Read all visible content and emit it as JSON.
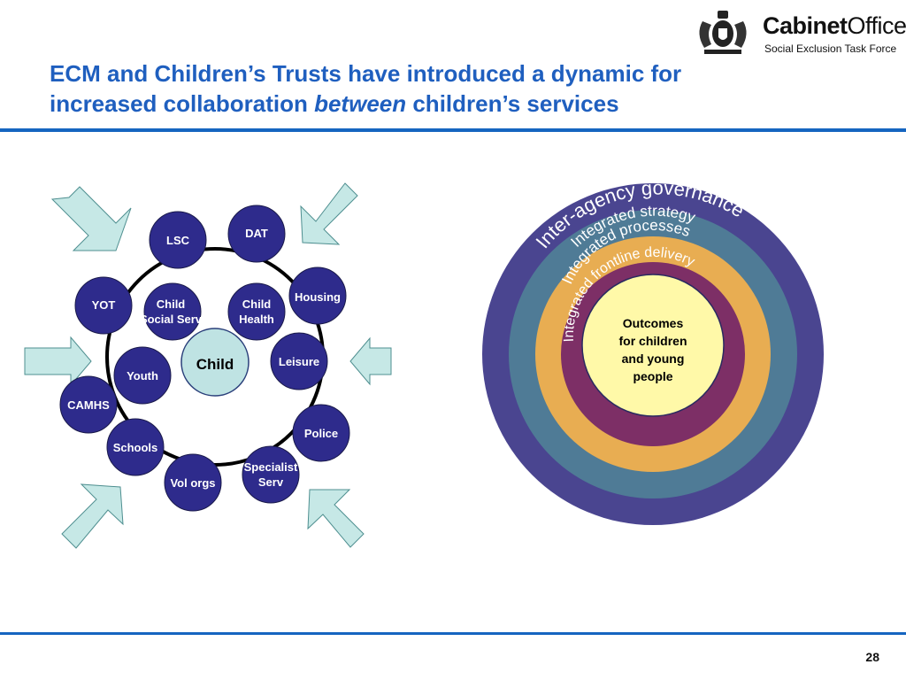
{
  "header": {
    "title_line1": "ECM and Children’s Trusts have introduced a dynamic for",
    "title_line2_pre": "increased collaboration ",
    "title_line2_em": "between",
    "title_line2_post": " children’s services"
  },
  "logo": {
    "word_bold": "Cabinet",
    "word_regular": "Office",
    "subtitle": "Social Exclusion Task Force"
  },
  "left_diagram": {
    "center": "Child",
    "services": [
      "LSC",
      "DAT",
      "YOT",
      "Child",
      "Social Serv",
      "Child",
      "Health",
      "Housing",
      "Youth",
      "Leisure",
      "CAMHS",
      "Police",
      "Schools",
      "Specialist",
      "Serv",
      "Vol orgs"
    ]
  },
  "right_diagram": {
    "rings": [
      "Inter-agency governance",
      "Integrated strategy",
      "Integrated processes",
      "Integrated frontline delivery"
    ],
    "center": [
      "Outcomes",
      "for children",
      "and young",
      "people"
    ]
  },
  "footer": {
    "page_number": "28"
  },
  "colors": {
    "title": "#1f5fbf",
    "rule": "#1565c0",
    "service_node": "#2e2b8c",
    "child_node": "#bfe3e3",
    "arrow_fill": "#c6e8e6",
    "ring_governance": "#4a4590",
    "ring_strategy": "#4f7b96",
    "ring_processes": "#e8ad52",
    "ring_frontline": "#7d2f66",
    "center_fill": "#fff9a8"
  }
}
